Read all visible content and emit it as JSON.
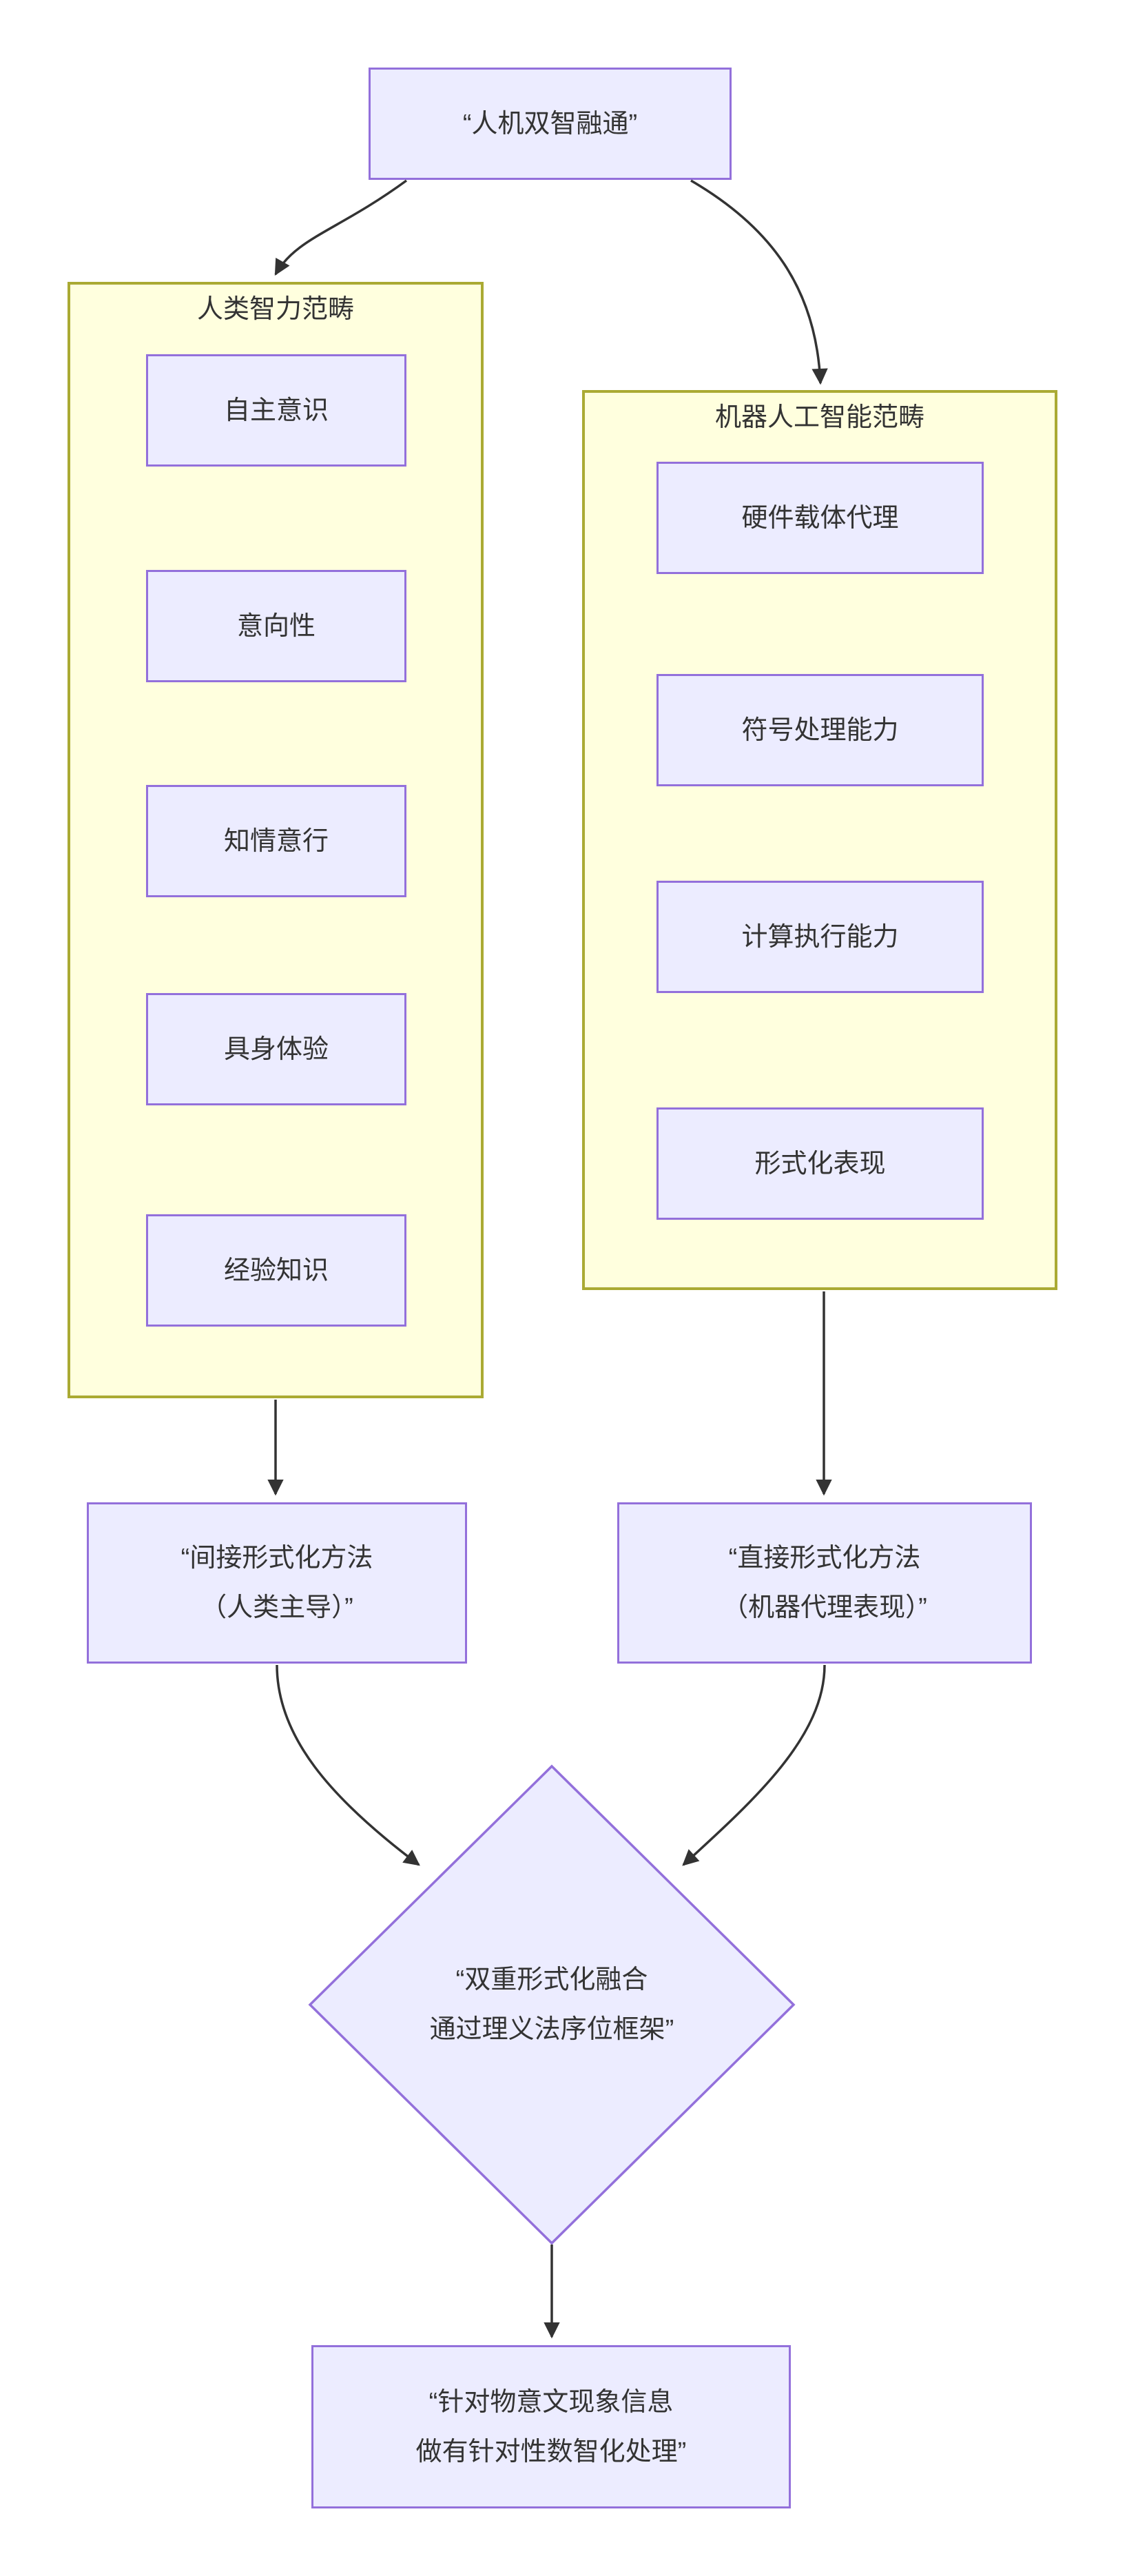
{
  "flowchart": {
    "root": {
      "label": "“人机双智融通”"
    },
    "human_cluster": {
      "title": "人类智力范畴",
      "items": [
        "自主意识",
        "意向性",
        "知情意行",
        "具身体验",
        "经验知识"
      ]
    },
    "machine_cluster": {
      "title": "机器人工智能范畴",
      "items": [
        "硬件载体代理",
        "符号处理能力",
        "计算执行能力",
        "形式化表现"
      ]
    },
    "indirect_method": {
      "line1": "“间接形式化方法",
      "line2": "（人类主导）”"
    },
    "direct_method": {
      "line1": "“直接形式化方法",
      "line2": "（机器代理表现）”"
    },
    "fusion_decision": {
      "line1": "“双重形式化融合",
      "line2": "通过理义法序位框架”"
    },
    "processing_result": {
      "line1": "“针对物意文现象信息",
      "line2": "做有针对性数智化处理”"
    },
    "colors": {
      "node_fill": "#ECECFF",
      "node_border": "#9370DB",
      "cluster_fill": "#FFFFDE",
      "cluster_border": "#AAAA33",
      "edge": "#333333",
      "text": "#333333",
      "background": "#FFFFFF"
    }
  }
}
